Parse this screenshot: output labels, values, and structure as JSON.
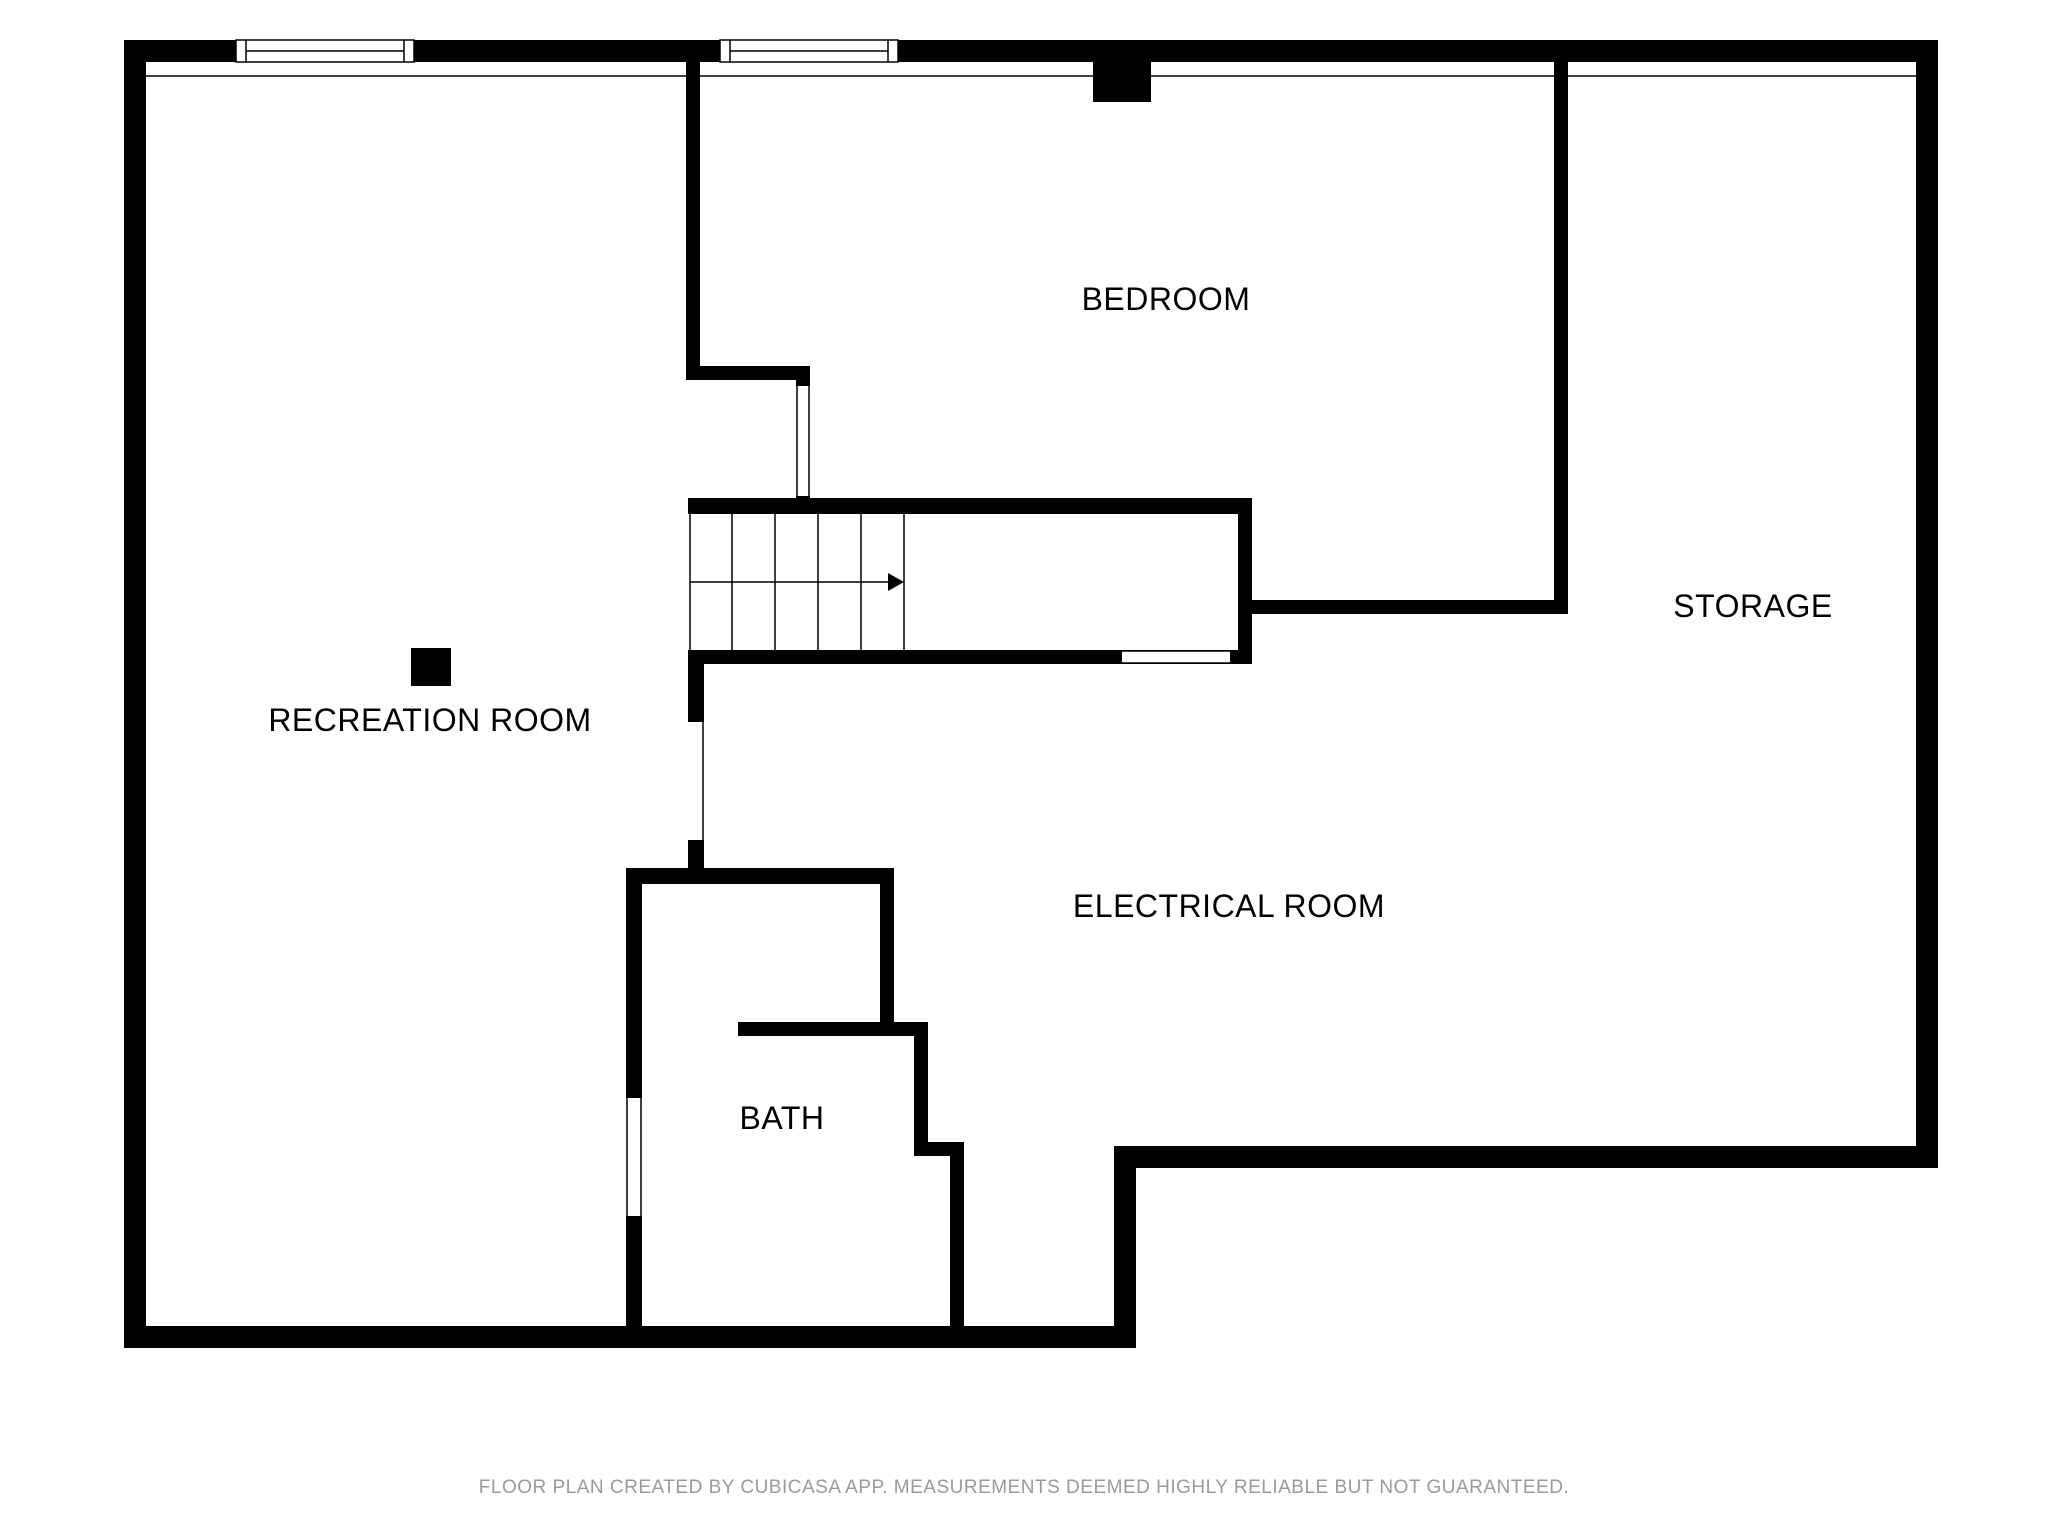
{
  "rooms": {
    "bedroom": "BEDROOM",
    "storage": "STORAGE",
    "recreation_room": "RECREATION ROOM",
    "electrical_room": "ELECTRICAL ROOM",
    "bath": "BATH"
  },
  "footer": {
    "note": "FLOOR PLAN CREATED BY CUBICASA APP. MEASUREMENTS DEEMED HIGHLY RELIABLE BUT NOT GUARANTEED."
  },
  "colors": {
    "wall": "#000000",
    "background": "#ffffff",
    "footer_text": "#9a9a9a"
  }
}
